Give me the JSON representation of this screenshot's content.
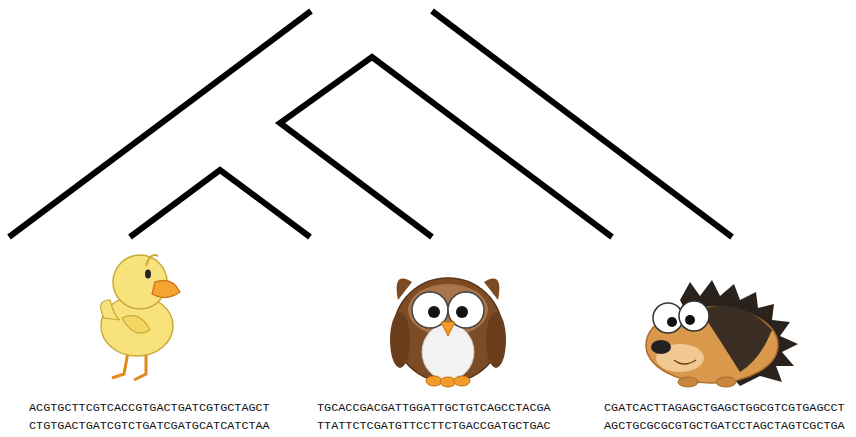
{
  "diagram": {
    "labels": [
      "ACGTGCTTCGTCACCGTGACTGATCGTGCTAGCT CTGTGACTGATCGTCTGATCGATGCATCATCTAA",
      "TGCACCGACGATTGGATTGCTGTCAGCCTACGA TTATTCTCGATGTTCCTTCTGACCGATGCTGAC",
      "CGATCACTTAGAGCTGAGCTGGCGTCGTGAGCCT AGCTGCGCGCGTGCTGATCCTAGCTAGTCGCTGA"
    ]
  }
}
